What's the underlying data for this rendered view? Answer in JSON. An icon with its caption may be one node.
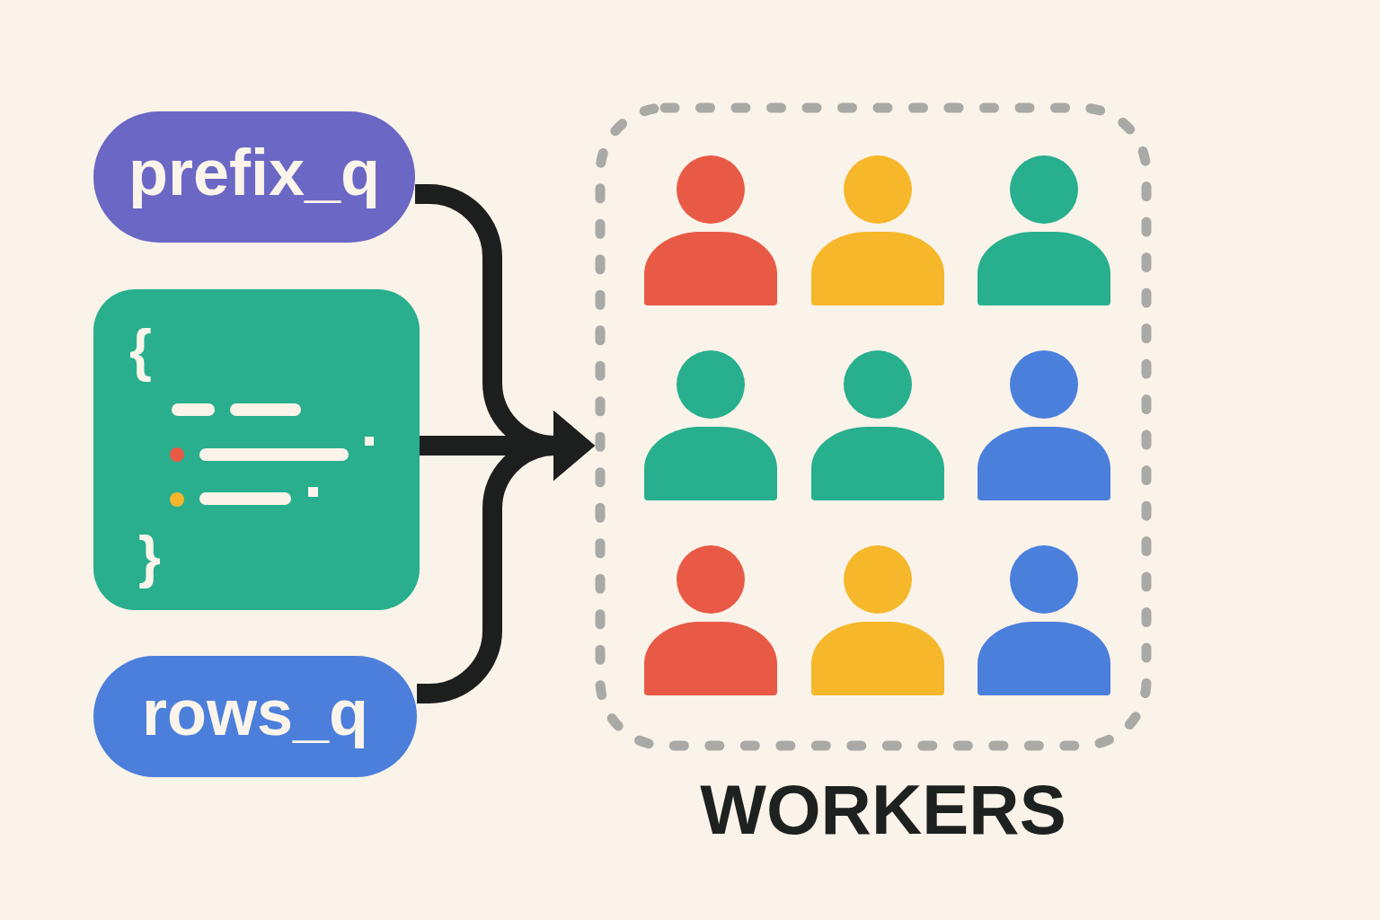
{
  "diagram": {
    "nodes": [
      {
        "text": [
          "prefix_q"
        ]
      },
      {
        "text": [
          "{",
          "}"
        ]
      },
      {
        "text": [
          "rows_q"
        ]
      },
      {
        "text": [
          "WORKERS"
        ]
      },
      {
        "text": [],
        "shape": "person",
        "in": 3
      },
      {
        "text": [],
        "shape": "person",
        "in": 3
      },
      {
        "text": [],
        "shape": "person",
        "in": 3
      },
      {
        "text": [],
        "shape": "person",
        "in": 3
      },
      {
        "text": [],
        "shape": "person",
        "in": 3
      },
      {
        "text": [],
        "shape": "person",
        "in": 3
      },
      {
        "text": [],
        "shape": "person",
        "in": 3
      },
      {
        "text": [],
        "shape": "person",
        "in": 3
      },
      {
        "text": [],
        "shape": "person",
        "in": 3
      }
    ],
    "edges": [
      {
        "from": 0,
        "to": 3,
        "arrow": "to"
      },
      {
        "from": 1,
        "to": 3,
        "arrow": "to"
      },
      {
        "from": 2,
        "to": 3,
        "arrow": "to"
      }
    ]
  }
}
